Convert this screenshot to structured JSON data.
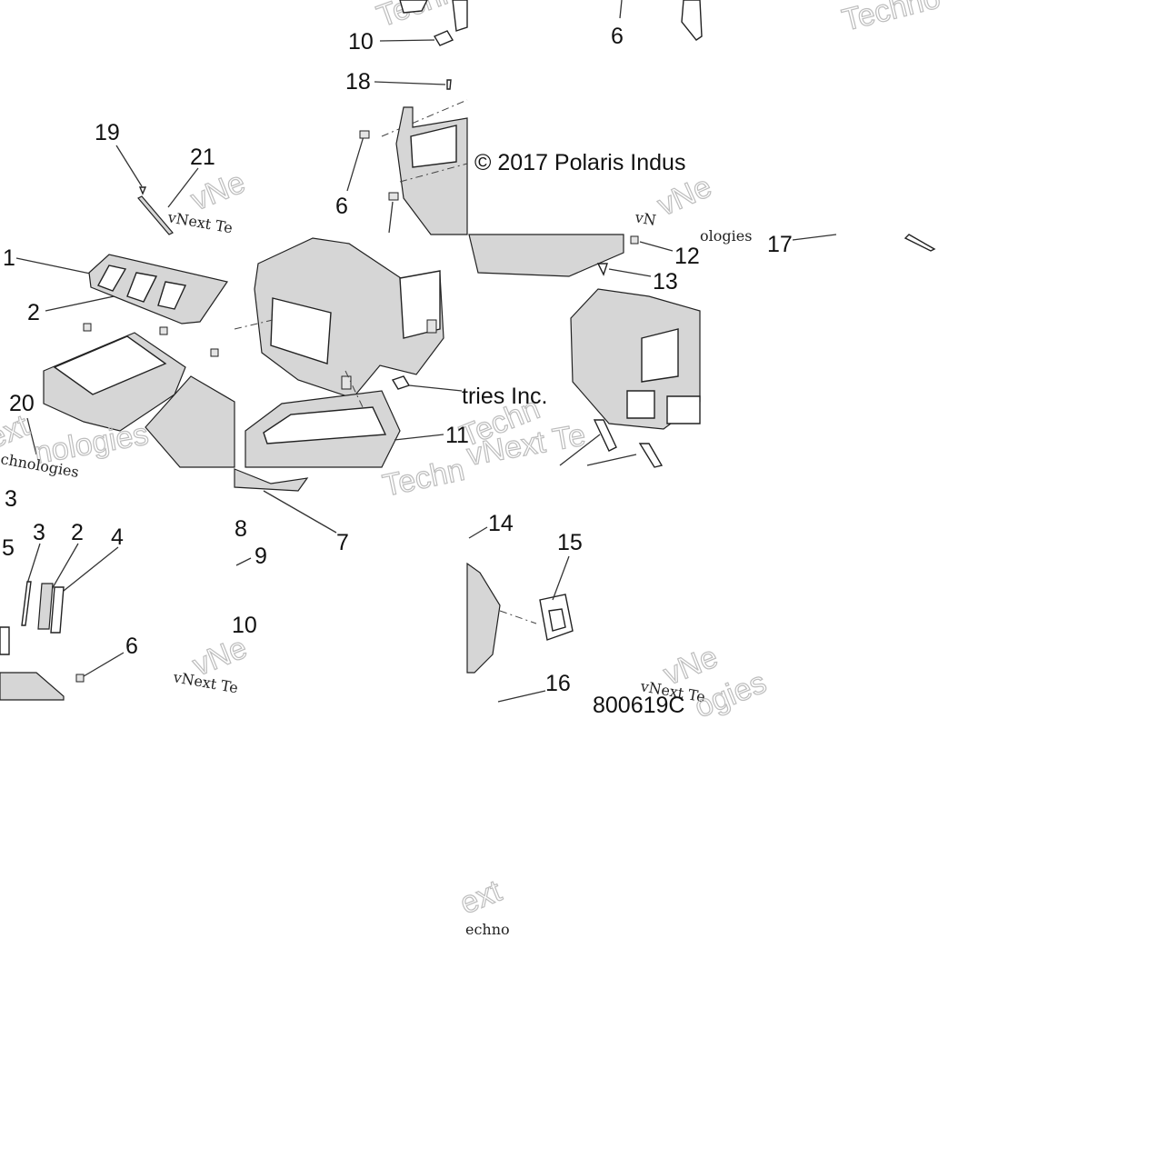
{
  "diagram": {
    "copyright_left": "© 2017 Polaris Indus",
    "copyright_right": "tries Inc.",
    "watermark_brand": "vNext Technologies",
    "watermark_fragments": [
      "Techno",
      "Techno",
      "vNe",
      "vNext Te",
      "ologies",
      "chnologies",
      "ext",
      "nologies",
      "Techn",
      "vNext Te",
      "vN",
      "vNext Te",
      "vNe",
      "ogies",
      "ext",
      "echno"
    ],
    "diagram_code": "800619C",
    "callouts": [
      {
        "id": "c10a",
        "label": "10"
      },
      {
        "id": "c6a",
        "label": "6"
      },
      {
        "id": "c18",
        "label": "18"
      },
      {
        "id": "c19",
        "label": "19"
      },
      {
        "id": "c21",
        "label": "21"
      },
      {
        "id": "c6b",
        "label": "6"
      },
      {
        "id": "c1",
        "label": "1"
      },
      {
        "id": "c2a",
        "label": "2"
      },
      {
        "id": "c17",
        "label": "17"
      },
      {
        "id": "c12",
        "label": "12"
      },
      {
        "id": "c13",
        "label": "13"
      },
      {
        "id": "c20",
        "label": "20"
      },
      {
        "id": "c11",
        "label": "11"
      },
      {
        "id": "c3a",
        "label": "3"
      },
      {
        "id": "c5",
        "label": "5"
      },
      {
        "id": "c3b",
        "label": "3"
      },
      {
        "id": "c2b",
        "label": "2"
      },
      {
        "id": "c4",
        "label": "4"
      },
      {
        "id": "c8",
        "label": "8"
      },
      {
        "id": "c9",
        "label": "9"
      },
      {
        "id": "c7",
        "label": "7"
      },
      {
        "id": "c14",
        "label": "14"
      },
      {
        "id": "c15",
        "label": "15"
      },
      {
        "id": "c6c",
        "label": "6"
      },
      {
        "id": "c10b",
        "label": "10"
      },
      {
        "id": "c16",
        "label": "16"
      }
    ]
  }
}
